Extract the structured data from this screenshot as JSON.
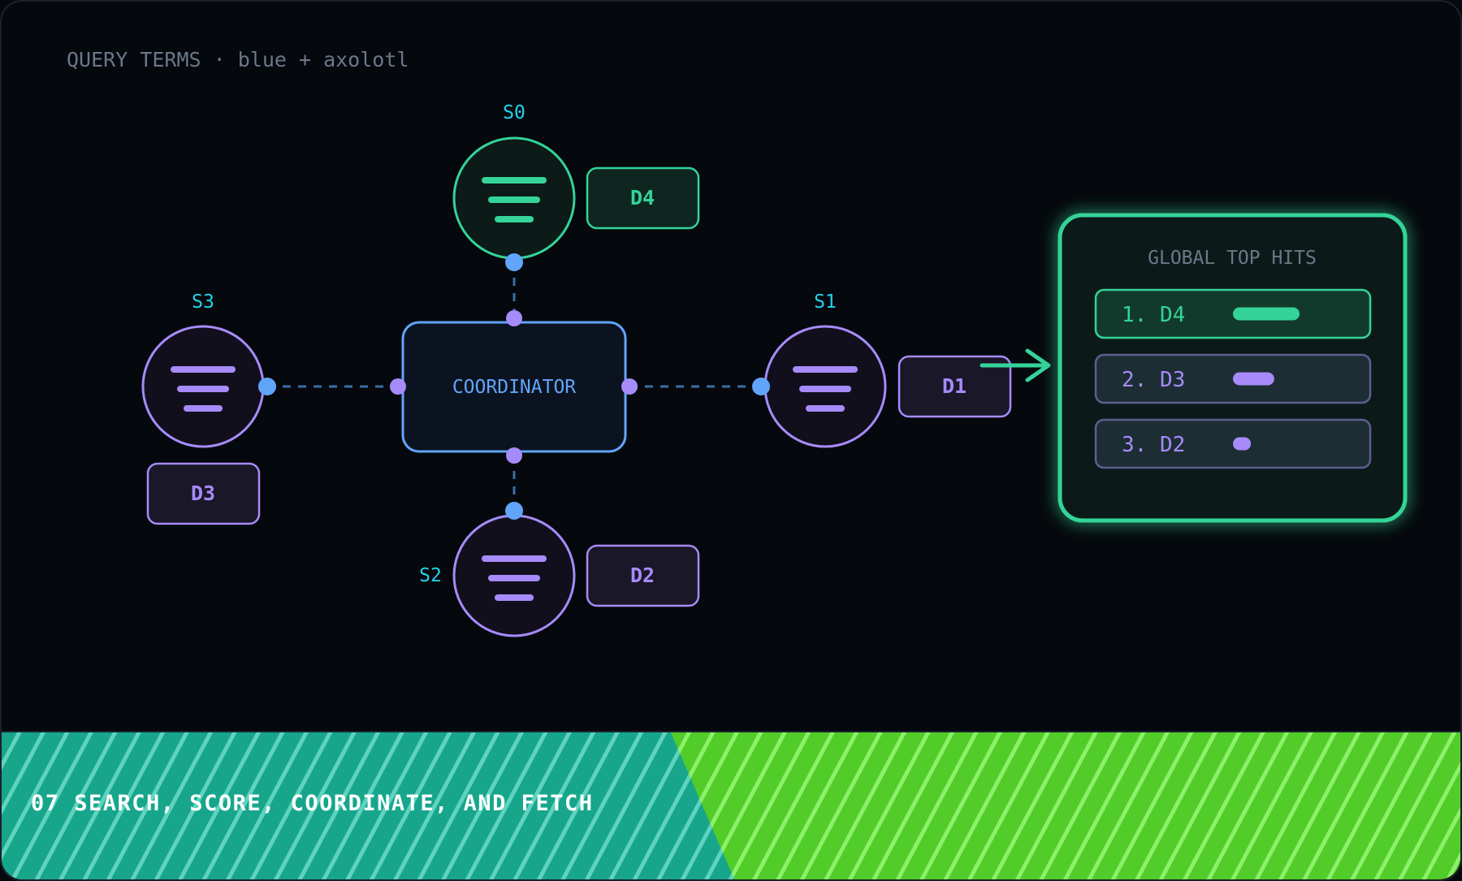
{
  "query": {
    "text": "QUERY TERMS · blue + axolotl"
  },
  "coordinator": {
    "label": "COORDINATOR"
  },
  "shards": [
    {
      "id": "S0",
      "doc": "D4",
      "status": "winner"
    },
    {
      "id": "S1",
      "doc": "D1",
      "status": "candidate"
    },
    {
      "id": "S2",
      "doc": "D2",
      "status": "candidate"
    },
    {
      "id": "S3",
      "doc": "D3",
      "status": "candidate"
    }
  ],
  "top_hits": {
    "title": "GLOBAL TOP HITS",
    "items": [
      {
        "label": "1. D4",
        "score": 1.0
      },
      {
        "label": "2. D3",
        "score": 0.62
      },
      {
        "label": "3. D2",
        "score": 0.27
      }
    ]
  },
  "footer": {
    "label": "07 SEARCH, SCORE, COORDINATE, AND FETCH"
  },
  "colors": {
    "background": "#05080c",
    "winner": "#34d399",
    "candidate": "#a78bfa",
    "coordinator": "#60a5fa",
    "shard_label": "#22d3ee",
    "muted": "#6b7280",
    "footer_left": "#17a68c",
    "footer_right": "#52cc28"
  }
}
